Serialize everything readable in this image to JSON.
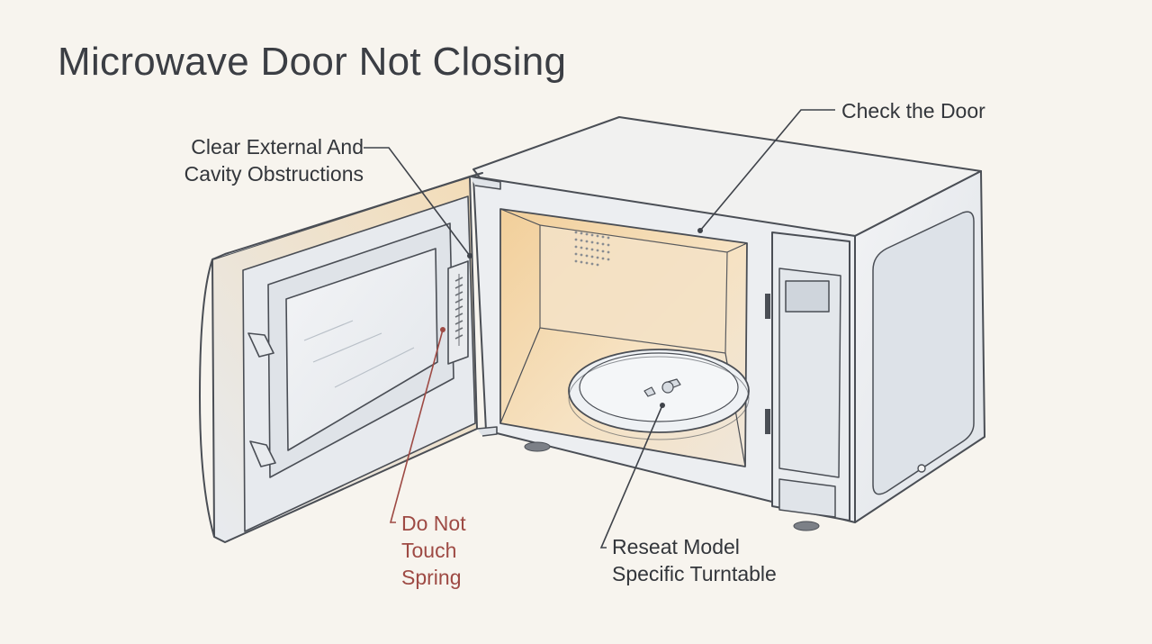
{
  "title": "Microwave Door Not Closing",
  "callouts": {
    "check_door": {
      "lines": [
        "Check the Door"
      ]
    },
    "obstructions": {
      "lines": [
        "Clear External And",
        "Cavity Obstructions"
      ]
    },
    "spring": {
      "lines": [
        "Do Not",
        "Touch",
        "Spring"
      ]
    },
    "turntable": {
      "lines": [
        "Reseat Model",
        "Specific Turntable"
      ]
    }
  },
  "colors": {
    "background": "#f7f4ee",
    "outline": "#4a4e55",
    "warning_text": "#9e4a44",
    "cavity_glow": "#f4d9ae"
  }
}
